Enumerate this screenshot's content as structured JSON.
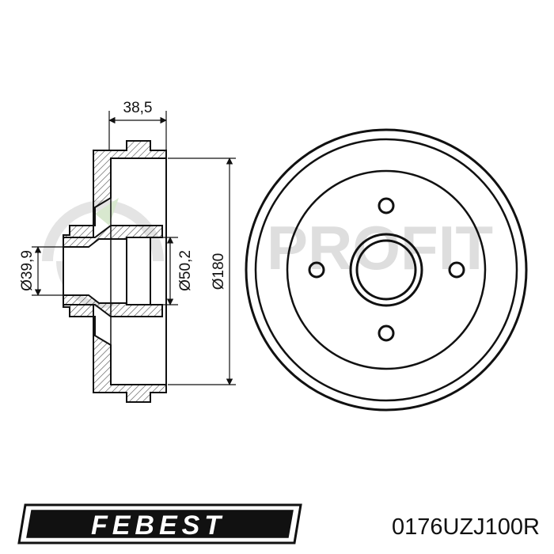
{
  "dimensions": {
    "width": "38,5",
    "bore_small": "Ø39,9",
    "bore_inner": "Ø50,2",
    "outer_diameter": "Ø180"
  },
  "watermark": {
    "text": "PROFIT"
  },
  "brand": {
    "logo_text": "FEBEST"
  },
  "part_number": "0176UZJ100R",
  "colors": {
    "ink": "#111111",
    "hatch": "#444444",
    "watermark": "#d6d6d6"
  }
}
